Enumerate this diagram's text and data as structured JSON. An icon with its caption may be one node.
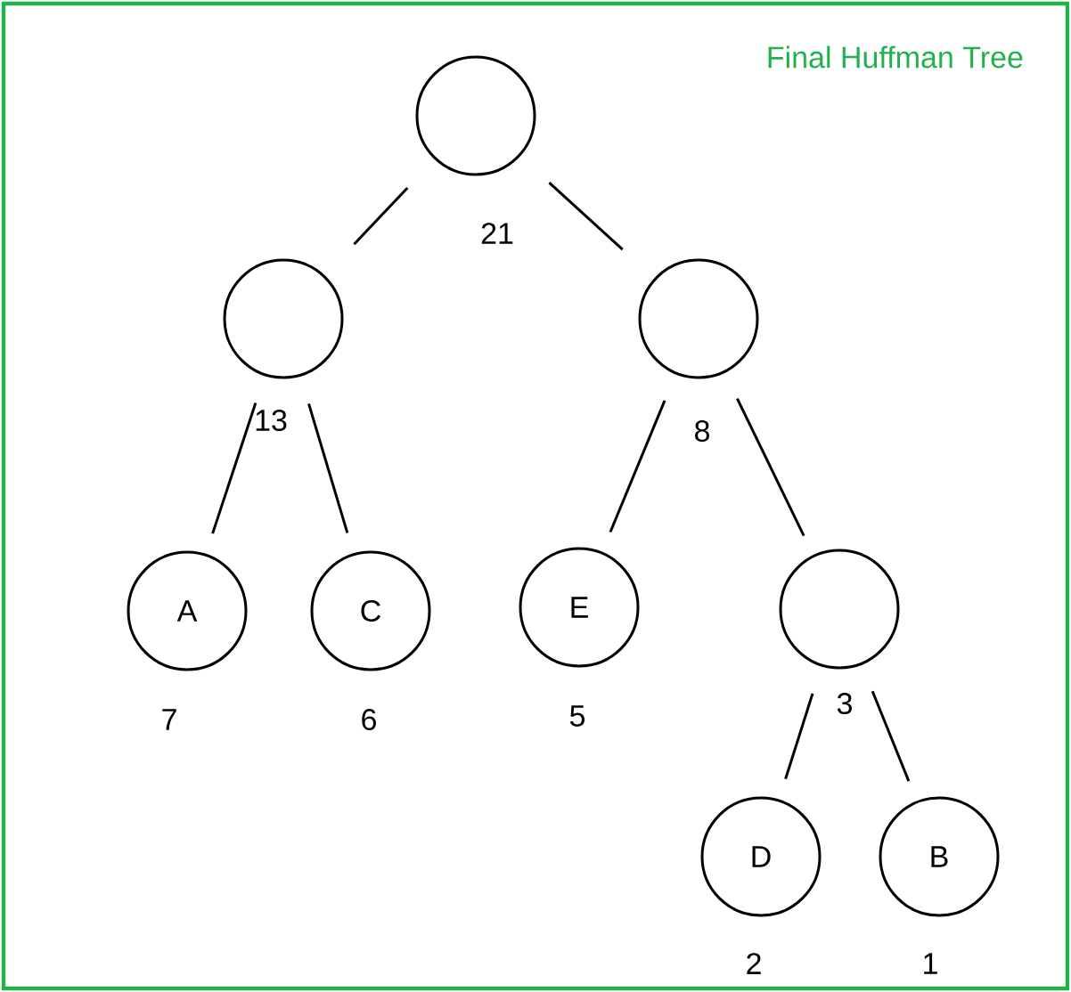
{
  "diagram": {
    "title": "Final Huffman Tree",
    "nodes": [
      {
        "text": [],
        "shape": "circle",
        "beside": [
          "21"
        ]
      },
      {
        "text": [],
        "shape": "circle",
        "beside": [
          "13"
        ]
      },
      {
        "text": [],
        "shape": "circle",
        "beside": [
          "8"
        ]
      },
      {
        "text": [
          "A"
        ],
        "beside": [
          "7"
        ]
      },
      {
        "text": [
          "C"
        ],
        "beside": [
          "6"
        ]
      },
      {
        "text": [
          "E"
        ],
        "beside": [
          "5"
        ]
      },
      {
        "text": [],
        "shape": "circle",
        "beside": [
          "3"
        ]
      },
      {
        "text": [
          "D"
        ],
        "beside": [
          "2"
        ]
      },
      {
        "text": [
          "B"
        ],
        "beside": [
          "1"
        ]
      }
    ],
    "edges": [
      {
        "from": 0,
        "to": 1,
        "arrow": "none"
      },
      {
        "from": 0,
        "to": 2,
        "arrow": "none"
      },
      {
        "from": 1,
        "to": 3,
        "arrow": "none"
      },
      {
        "from": 1,
        "to": 4,
        "arrow": "none"
      },
      {
        "from": 2,
        "to": 5,
        "arrow": "none"
      },
      {
        "from": 2,
        "to": 6,
        "arrow": "none"
      },
      {
        "from": 6,
        "to": 7,
        "arrow": "none"
      },
      {
        "from": 6,
        "to": 8,
        "arrow": "none"
      }
    ]
  }
}
